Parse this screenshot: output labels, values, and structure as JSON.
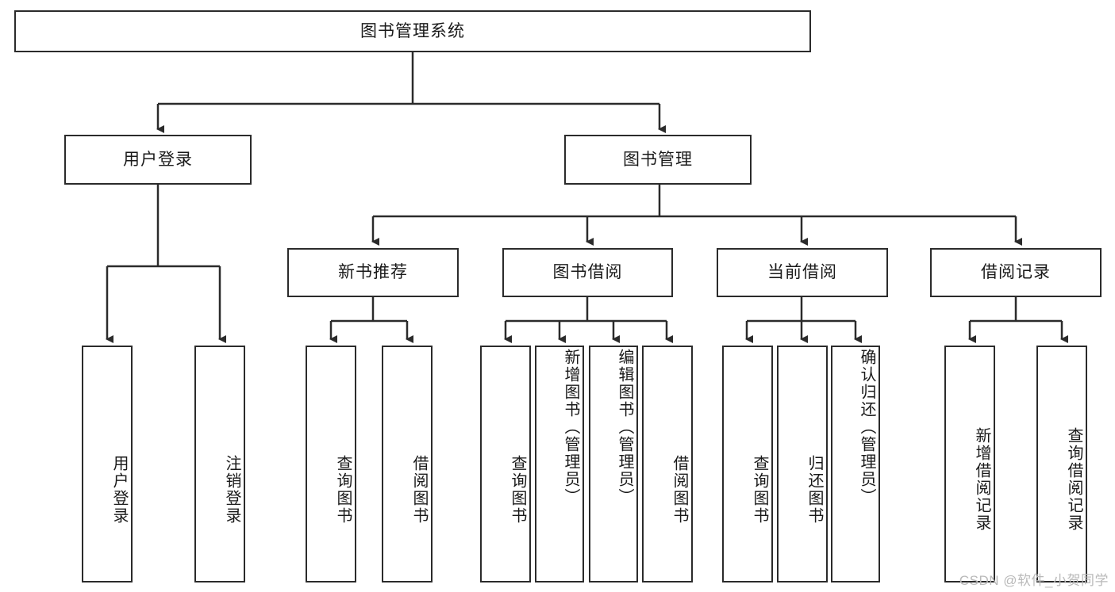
{
  "diagram": {
    "title": "图书管理系统",
    "type": "tree",
    "levels": 4,
    "colors": {
      "stroke": "#2b2b2b",
      "fill": "#ffffff",
      "text": "#1a1a1a",
      "watermark": "#b9b9b9"
    },
    "root": {
      "label": "图书管理系统"
    },
    "level2": [
      {
        "label": "用户登录"
      },
      {
        "label": "图书管理"
      }
    ],
    "level3": [
      {
        "label": "新书推荐"
      },
      {
        "label": "图书借阅"
      },
      {
        "label": "当前借阅"
      },
      {
        "label": "借阅记录"
      }
    ],
    "leaves": {
      "user_login": [
        {
          "label": "用户登录"
        },
        {
          "label": "注销登录"
        }
      ],
      "new_book_recommend": [
        {
          "label": "查询图书"
        },
        {
          "label": "借阅图书"
        }
      ],
      "book_borrow": [
        {
          "label": "查询图书"
        },
        {
          "label": "新增图书（管理员）"
        },
        {
          "label": "编辑图书（管理员）"
        },
        {
          "label": "借阅图书"
        }
      ],
      "current_borrow": [
        {
          "label": "查询图书"
        },
        {
          "label": "归还图书"
        },
        {
          "label": "确认归还（管理员）"
        }
      ],
      "borrow_record": [
        {
          "label": "新增借阅记录"
        },
        {
          "label": "查询借阅记录"
        }
      ]
    }
  },
  "watermark": {
    "text": "CSDN @软件_小贺同学"
  }
}
